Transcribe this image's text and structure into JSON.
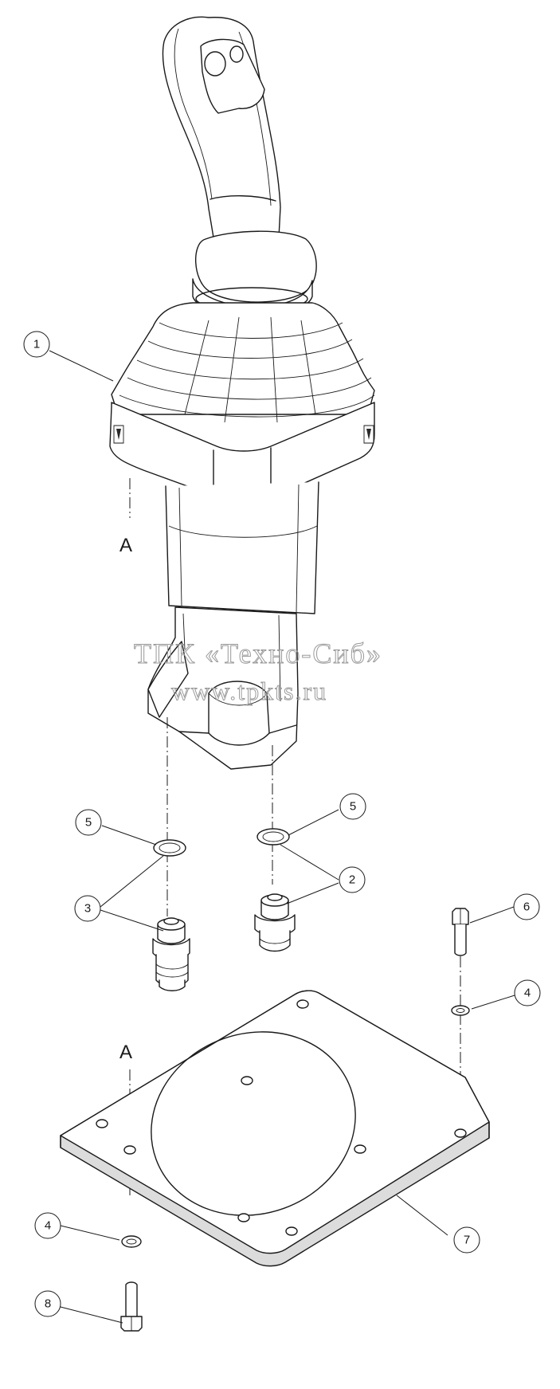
{
  "watermark": {
    "line1": "ТПК «Техно-Сиб»",
    "line2": "www.tpkts.ru"
  },
  "axis_labels": {
    "upper": "A",
    "lower": "A"
  },
  "callouts": {
    "c1": "1",
    "c2": "2",
    "c3": "3",
    "c4a": "4",
    "c4b": "4",
    "c5a": "5",
    "c5b": "5",
    "c6": "6",
    "c7": "7",
    "c8": "8"
  }
}
